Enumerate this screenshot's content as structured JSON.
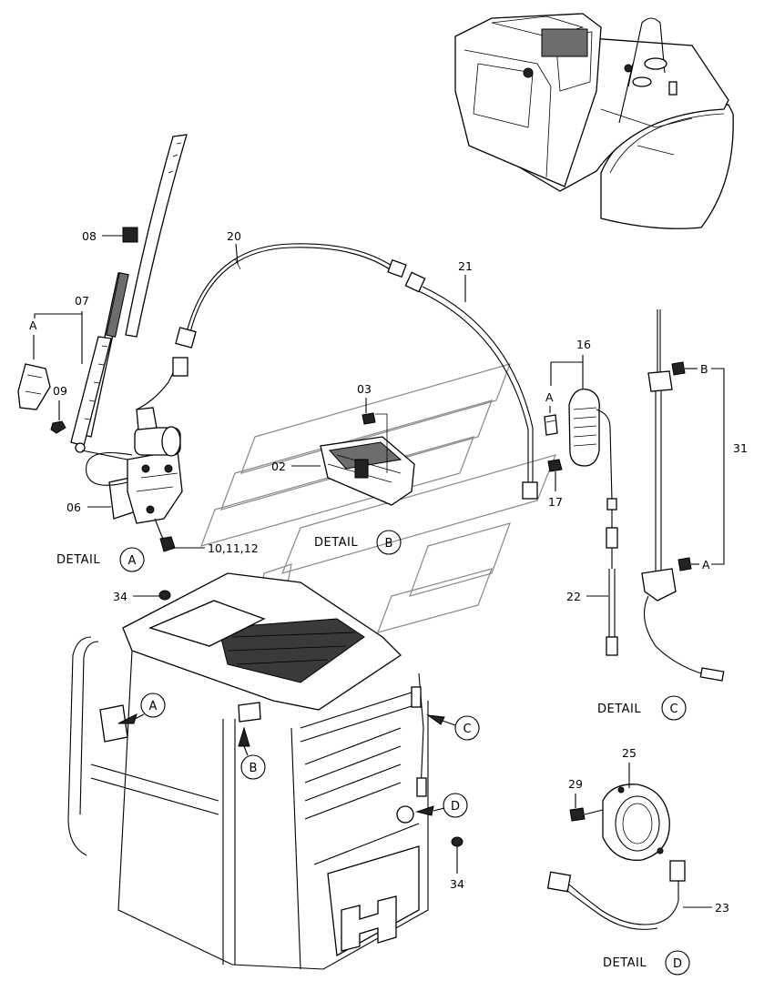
{
  "labels": {
    "p08": "08",
    "p07": "07",
    "pA_left": "A",
    "p09": "09",
    "p06": "06",
    "p20": "20",
    "p21": "21",
    "p03": "03",
    "p02": "02",
    "p10": "10,11,12",
    "p16": "16",
    "pA_right": "A",
    "p17": "17",
    "pB_right": "B",
    "p31": "31",
    "pA_ant": "A",
    "p22": "22",
    "p34_top": "34",
    "p34_bottom": "34",
    "p25": "25",
    "p29": "29",
    "p23": "23"
  },
  "details": {
    "a_text": "DETAIL",
    "a_letter": "A",
    "b_text": "DETAIL",
    "b_letter": "B",
    "c_text": "DETAIL",
    "c_letter": "C",
    "d_text": "DETAIL",
    "d_letter": "D"
  },
  "callouts": {
    "a": "A",
    "b": "B",
    "c": "C",
    "d": "D"
  }
}
